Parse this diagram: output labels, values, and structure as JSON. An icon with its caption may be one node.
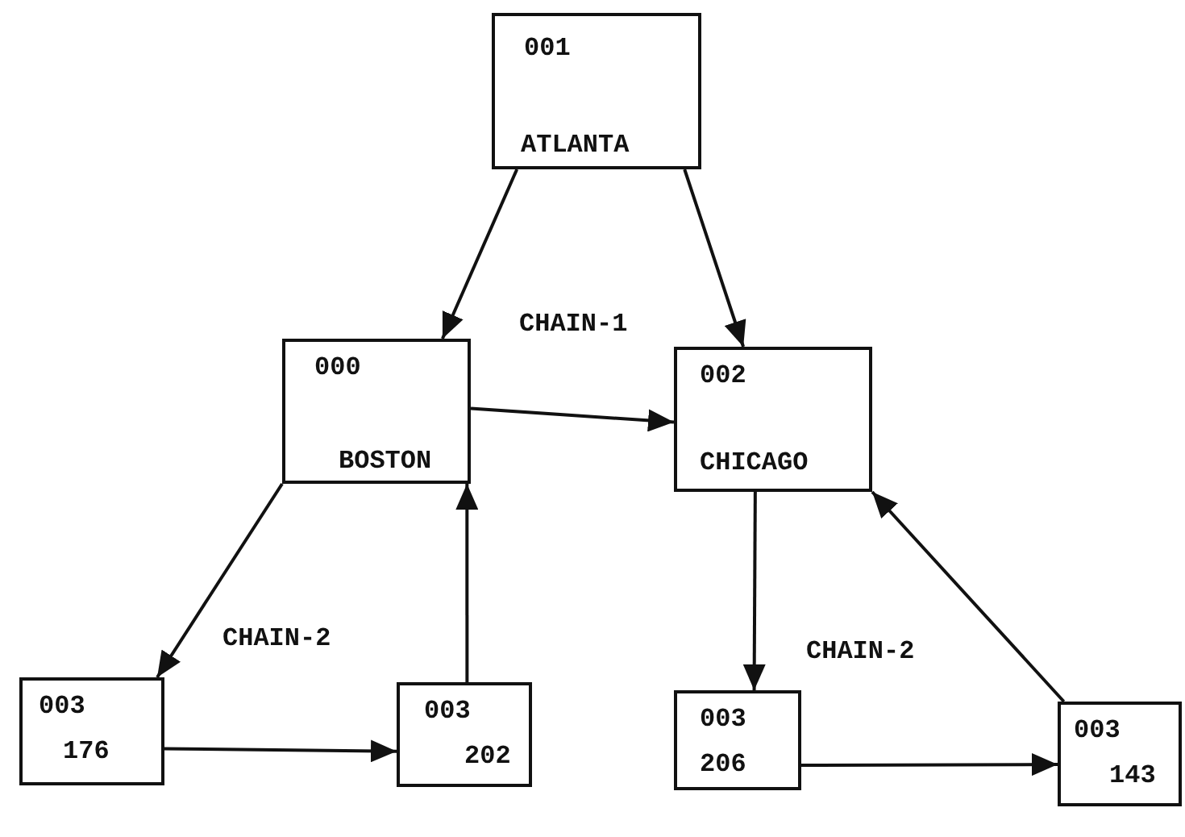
{
  "diagram": {
    "nodes": [
      {
        "text": [
          "001",
          "ATLANTA"
        ]
      },
      {
        "text": [
          "000",
          "BOSTON"
        ]
      },
      {
        "text": [
          "002",
          "CHICAGO"
        ]
      },
      {
        "text": [
          "003",
          "176"
        ]
      },
      {
        "text": [
          "003",
          "202"
        ]
      },
      {
        "text": [
          "003",
          "206"
        ]
      },
      {
        "text": [
          "003",
          "143"
        ]
      }
    ],
    "edges": [
      {
        "from": 0,
        "to": 1,
        "arrow": "to"
      },
      {
        "from": 0,
        "to": 2,
        "arrow": "to"
      },
      {
        "from": 1,
        "to": 2,
        "arrow": "to"
      },
      {
        "from": 1,
        "to": 3,
        "arrow": "to"
      },
      {
        "from": 3,
        "to": 4,
        "arrow": "to"
      },
      {
        "from": 4,
        "to": 1,
        "arrow": "to"
      },
      {
        "from": 2,
        "to": 5,
        "arrow": "to"
      },
      {
        "from": 5,
        "to": 6,
        "arrow": "to"
      },
      {
        "from": 6,
        "to": 2,
        "arrow": "to"
      }
    ],
    "labels": [
      "CHAIN-1",
      "CHAIN-2",
      "CHAIN-2"
    ]
  }
}
